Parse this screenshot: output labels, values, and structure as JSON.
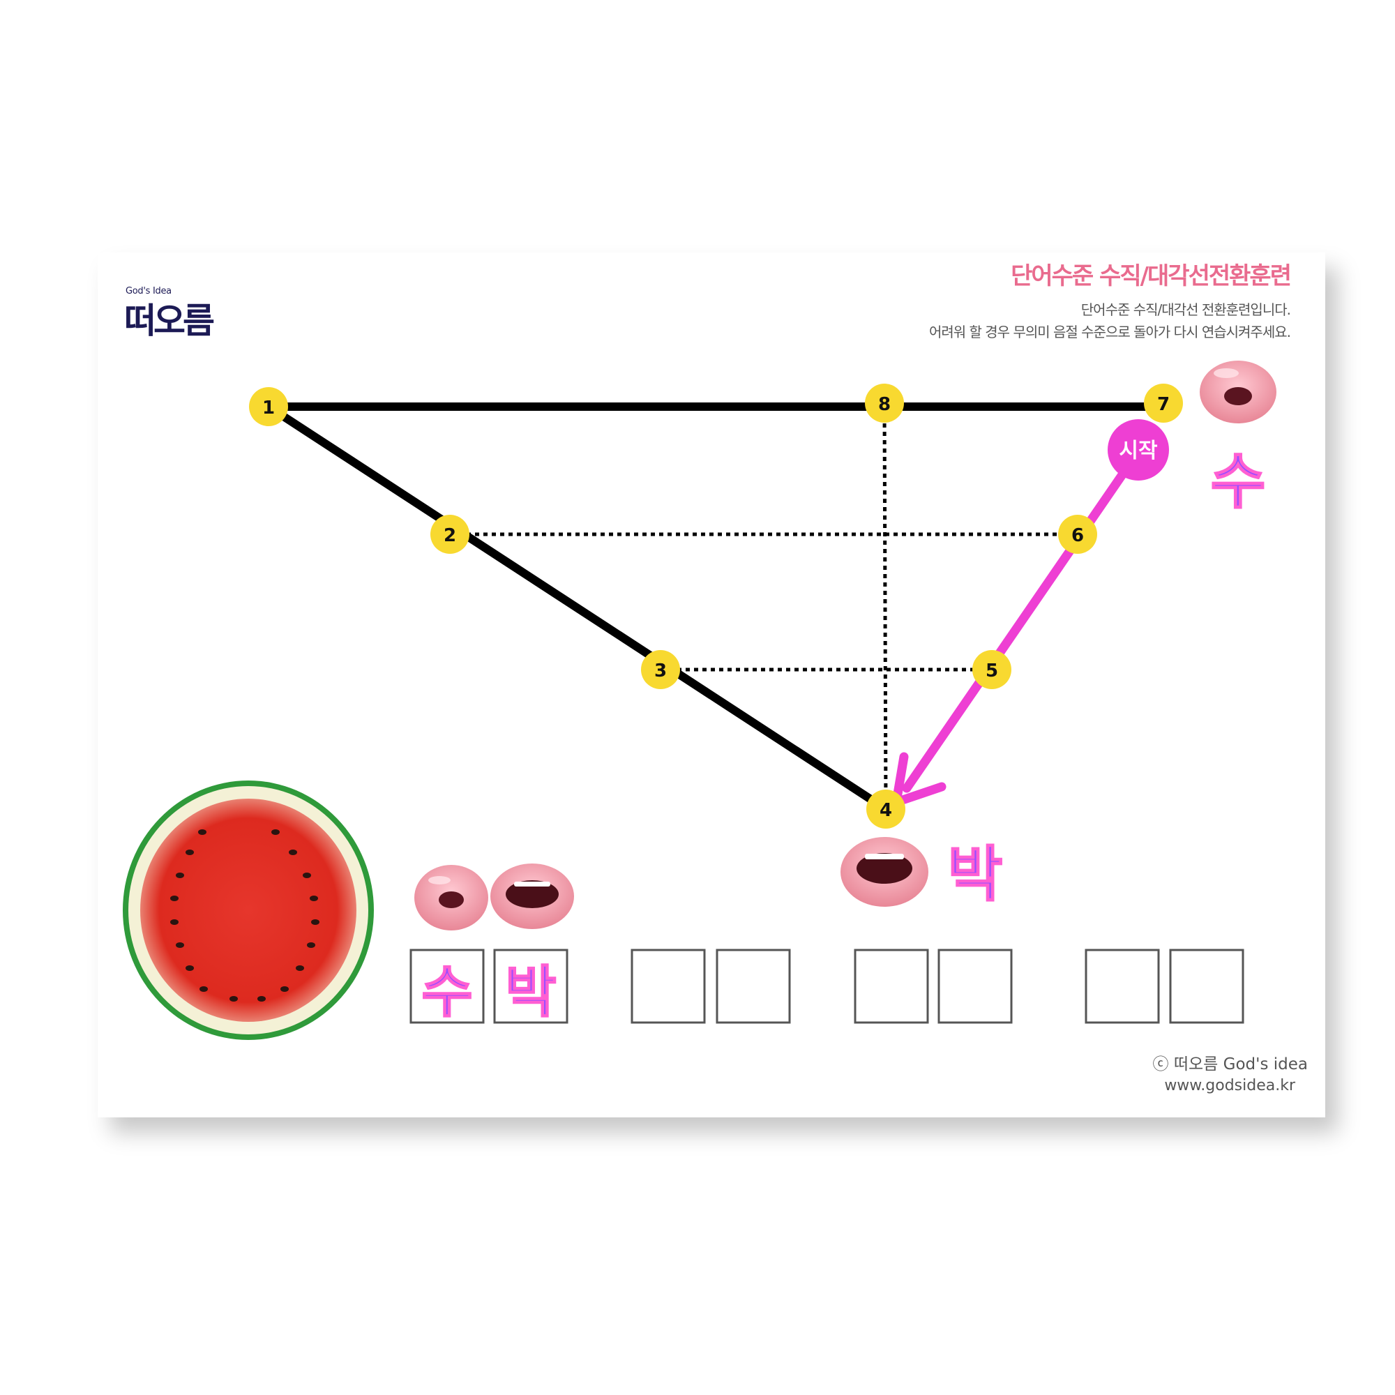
{
  "header": {
    "logo_small": "God's Idea",
    "logo_main": "떠오름",
    "title": "단어수준 수직/대각선전환훈련",
    "desc_line1": "단어수준 수직/대각선 전환훈련입니다.",
    "desc_line2": "어려워 할 경우 무의미 음절 수준으로 돌아가 다시 연습시켜주세요."
  },
  "path": {
    "nodes": [
      {
        "label": "1"
      },
      {
        "label": "2"
      },
      {
        "label": "3"
      },
      {
        "label": "4"
      },
      {
        "label": "5"
      },
      {
        "label": "6"
      },
      {
        "label": "7"
      },
      {
        "label": "8"
      }
    ],
    "start_label": "시작"
  },
  "syllables": {
    "top_right": "수",
    "bottom_mid": "박"
  },
  "answer_boxes": {
    "filled": [
      "수",
      "박"
    ],
    "empty_groups": 3
  },
  "footer": {
    "copyright": "ⓒ 떠오름 God's idea",
    "url": "www.godsidea.kr"
  },
  "colors": {
    "accent_pink": "#ee3fd3",
    "node_yellow": "#f8d930",
    "title_pink": "#e96b8e",
    "logo_navy": "#1c1a55"
  }
}
